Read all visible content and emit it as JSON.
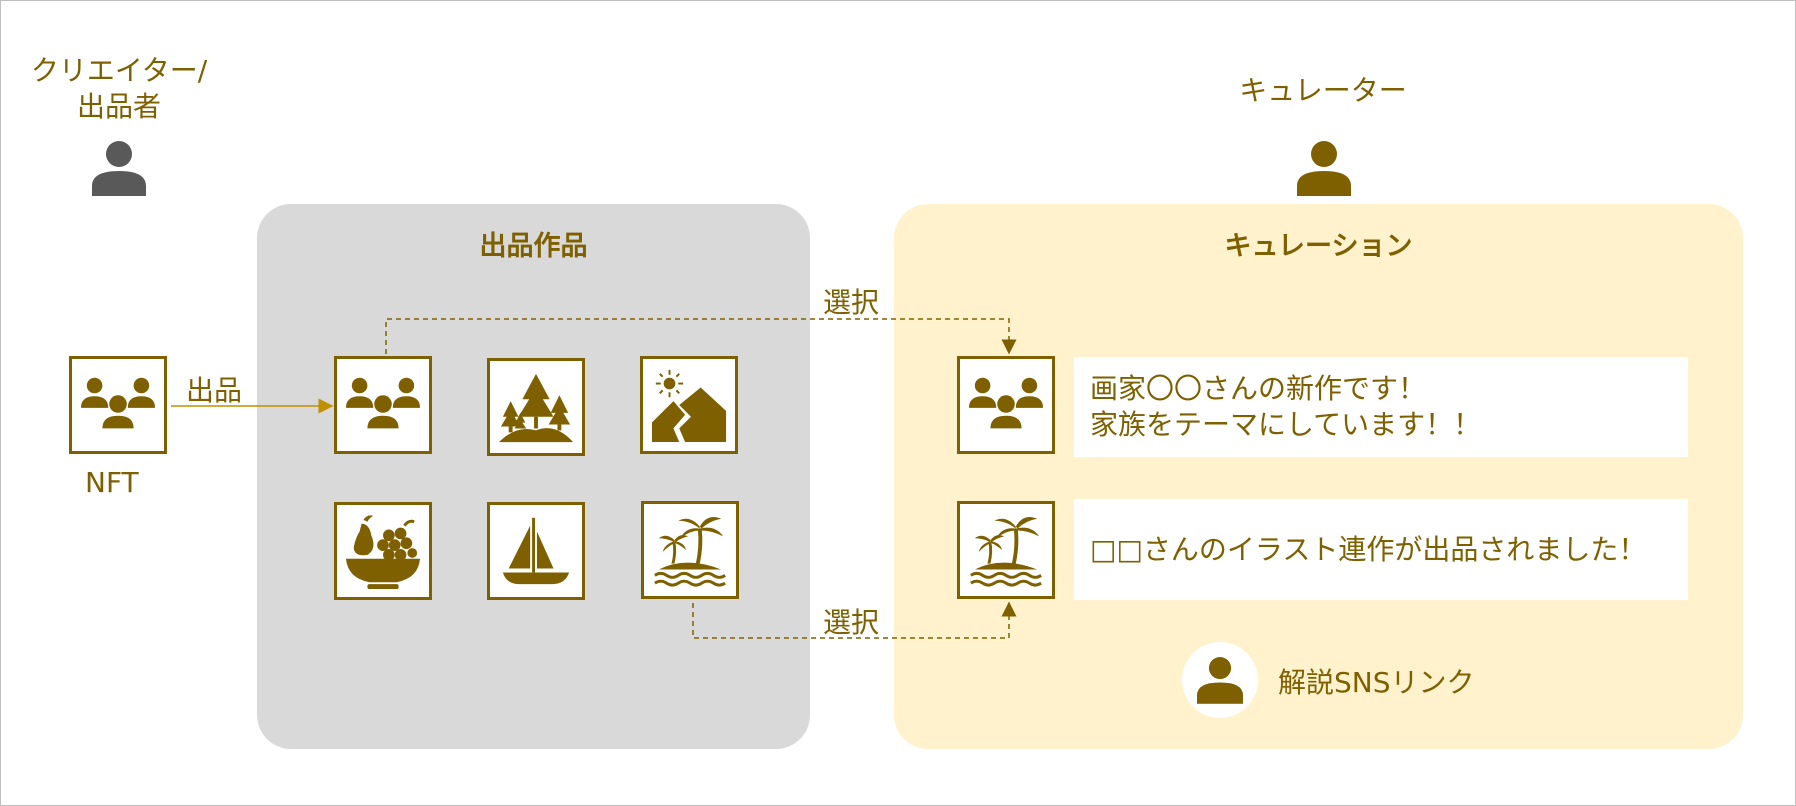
{
  "creator": {
    "label_line1": "クリエイター/",
    "label_line2": "出品者",
    "icon": "person-icon"
  },
  "curator": {
    "label": "キュレーター",
    "icon": "person-icon"
  },
  "nft": {
    "label": "NFT",
    "icon": "family-icon"
  },
  "flow": {
    "submit_label": "出品",
    "select_label_top": "選択",
    "select_label_bottom": "選択"
  },
  "works_panel": {
    "title": "出品作品",
    "items": [
      {
        "icon": "family-icon"
      },
      {
        "icon": "forest-icon"
      },
      {
        "icon": "mountain-sun-icon"
      },
      {
        "icon": "fruit-bowl-icon"
      },
      {
        "icon": "sailboat-icon"
      },
      {
        "icon": "palm-island-icon"
      }
    ]
  },
  "curation_panel": {
    "title": "キュレーション",
    "posts": [
      {
        "icon": "family-icon",
        "line1": "画家〇〇さんの新作です！",
        "line2": "家族をテーマにしています！！"
      },
      {
        "icon": "palm-island-icon",
        "line1": "□□さんのイラスト連作が出品されました！"
      }
    ],
    "sns_link_label": "解説SNSリンク",
    "sns_icon": "person-icon"
  },
  "colors": {
    "accent": "#7f6000",
    "works_panel_bg": "#d9d9d9",
    "curation_panel_bg": "#fff2cc",
    "creator_icon": "#595959",
    "arrow": "#bf9000"
  }
}
